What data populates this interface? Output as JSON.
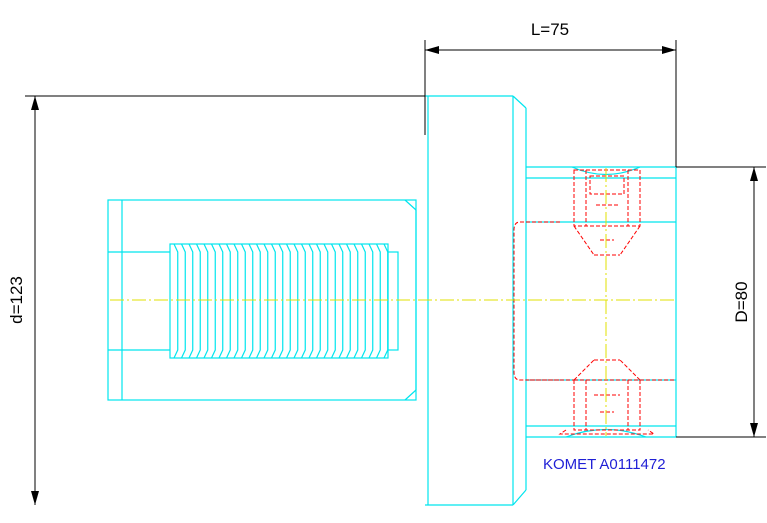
{
  "dimensions": {
    "length": "L=75",
    "outer_diameter": "d=123",
    "inner_diameter": "D=80"
  },
  "part_label": "KOMET A0111472",
  "colors": {
    "outline": "#00e5ee",
    "dimension": "#000000",
    "centerline": "#e0e000",
    "hidden": "#ff0000",
    "label": "#1f1fd6"
  }
}
